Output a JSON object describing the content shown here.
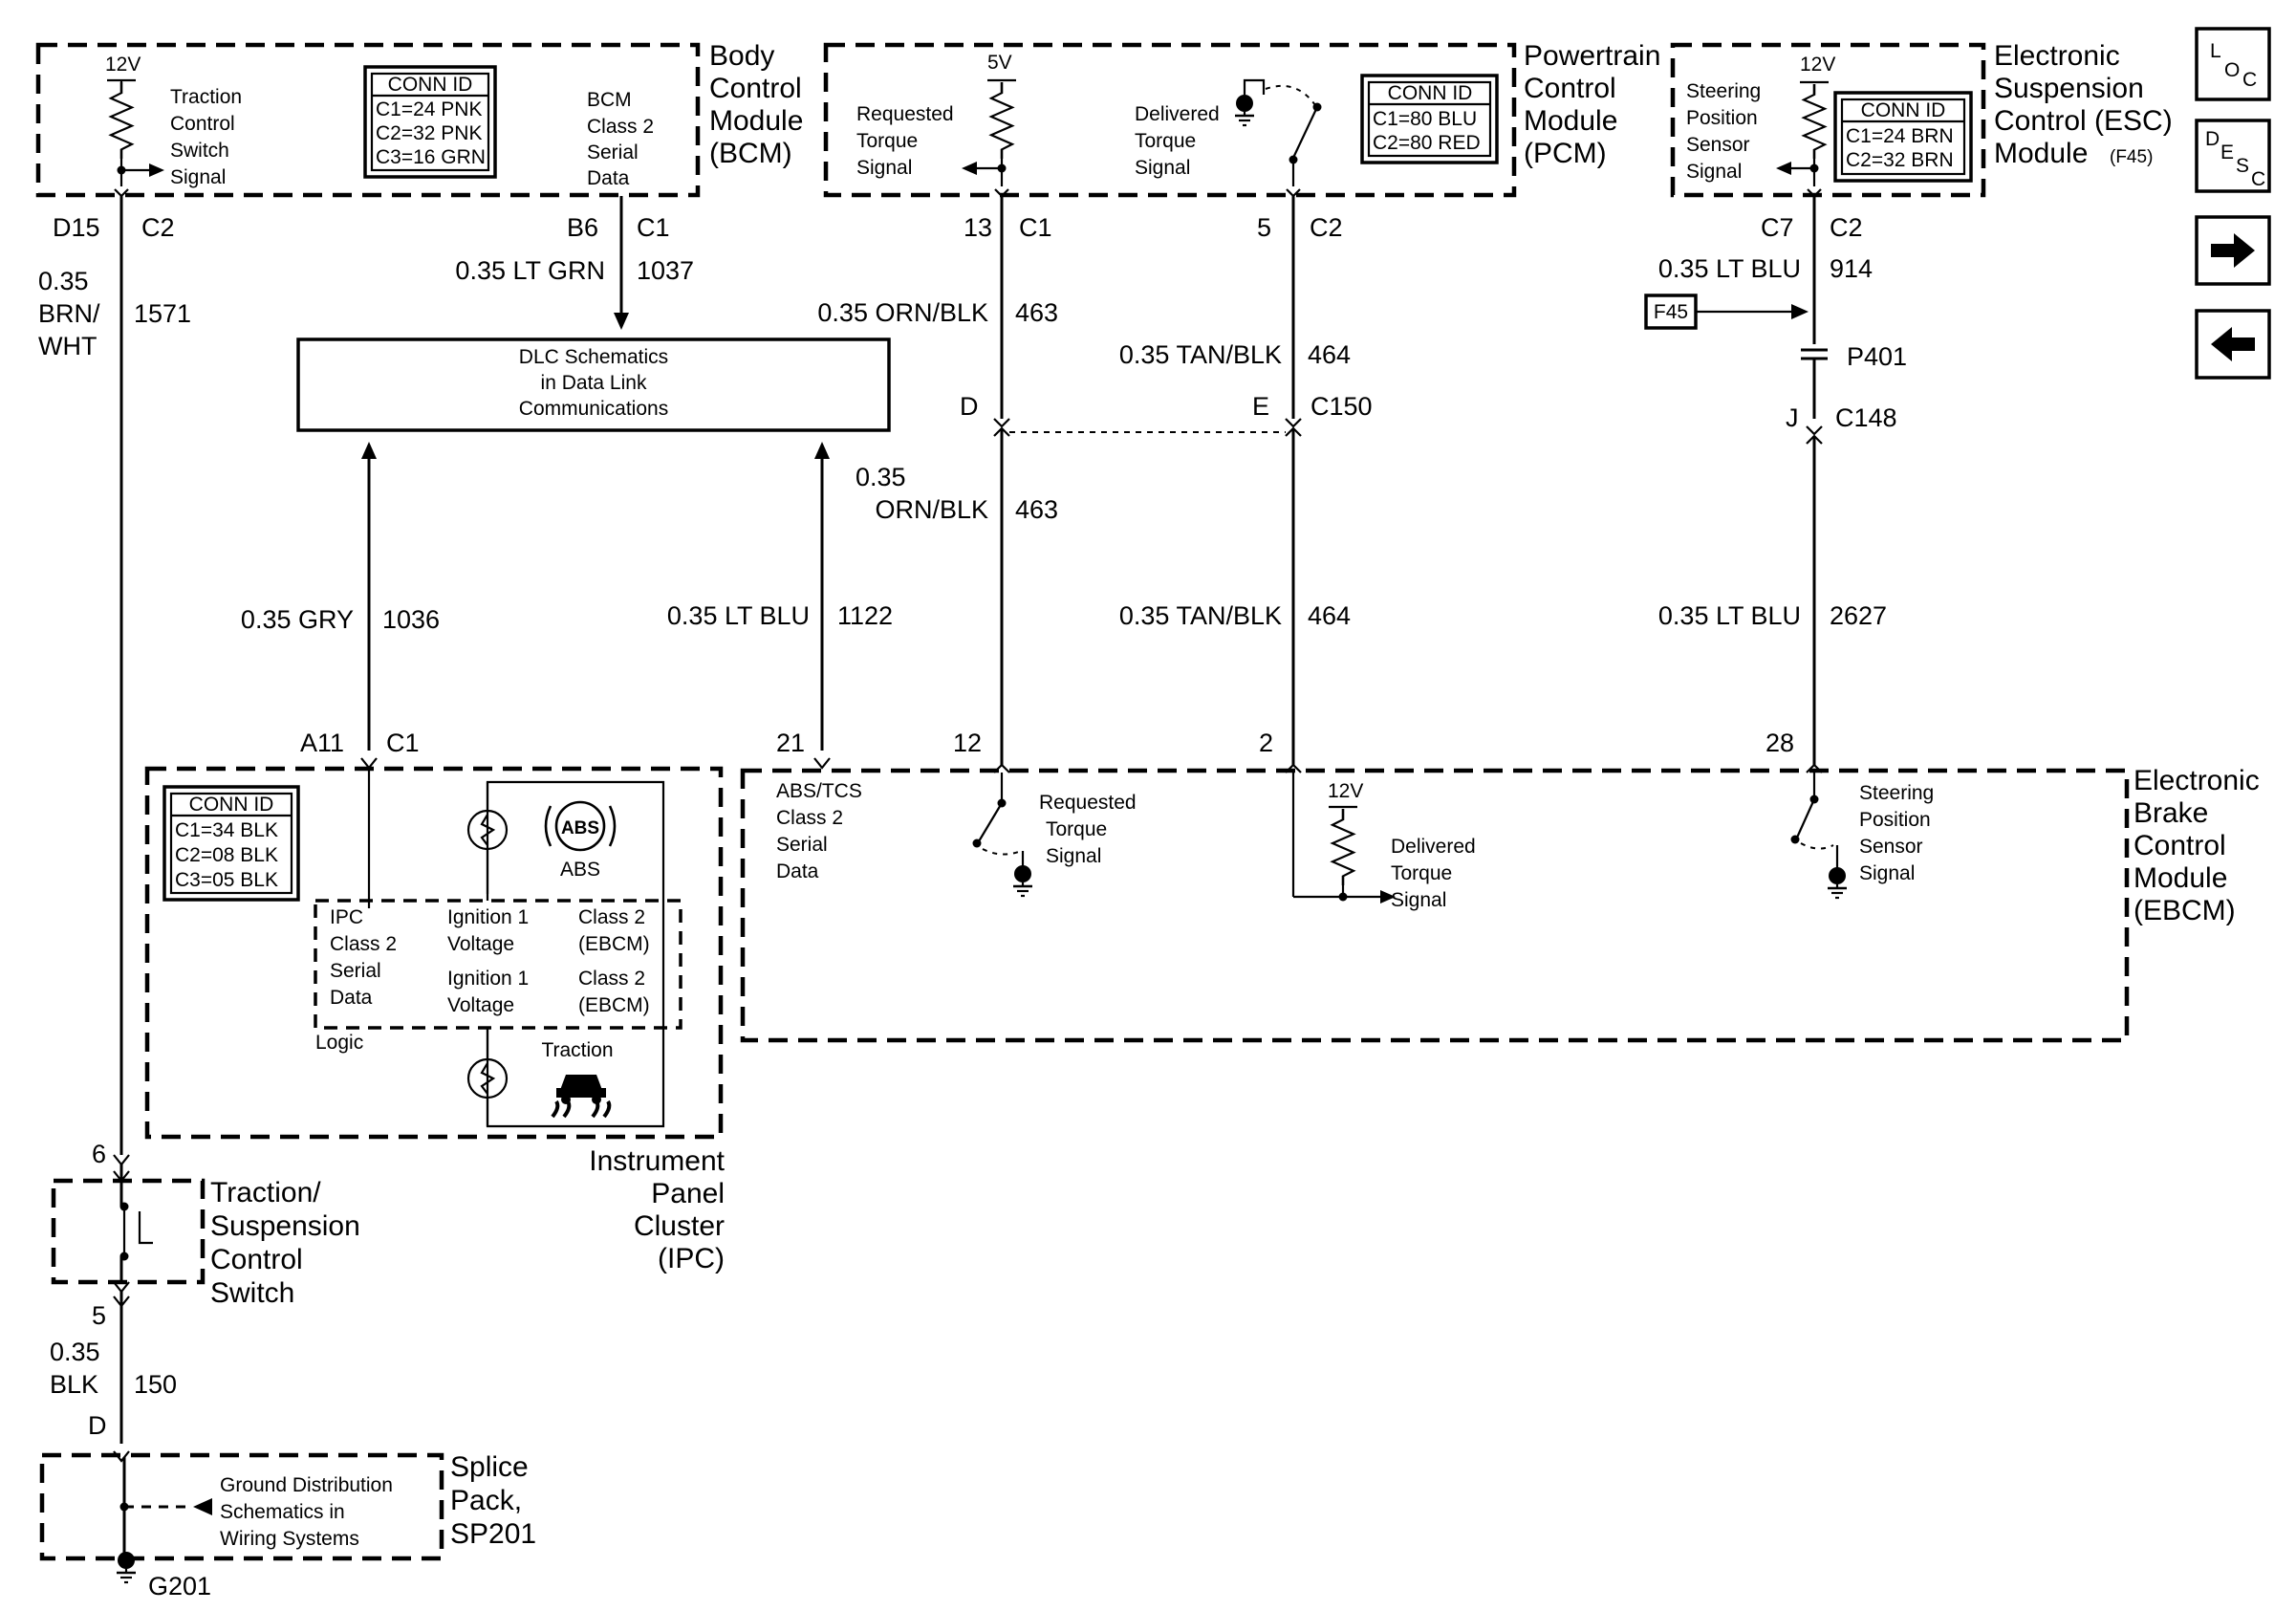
{
  "modules": {
    "bcm": {
      "name": [
        "Body",
        "Control",
        "Module",
        "(BCM)"
      ],
      "conn_id": {
        "title": "CONN ID",
        "lines": [
          "C1=24 PNK",
          "C2=32 PNK",
          "C3=16 GRN"
        ]
      },
      "traction_signal": [
        "Traction",
        "Control",
        "Switch",
        "Signal"
      ],
      "voltage": "12V",
      "serial_data": [
        "BCM",
        "Class 2",
        "Serial",
        "Data"
      ]
    },
    "pcm": {
      "name": [
        "Powertrain",
        "Control",
        "Module",
        "(PCM)"
      ],
      "conn_id": {
        "title": "CONN ID",
        "lines": [
          "C1=80 BLU",
          "C2=80 RED"
        ]
      },
      "voltage": "5V",
      "requested": [
        "Requested",
        "Torque",
        "Signal"
      ],
      "delivered": [
        "Delivered",
        "Torque",
        "Signal"
      ]
    },
    "esc": {
      "name": [
        "Electronic",
        "Suspension",
        "Control (ESC)",
        "Module"
      ],
      "ref": "(F45)",
      "conn_id": {
        "title": "CONN ID",
        "lines": [
          "C1=24 BRN",
          "C2=32 BRN"
        ]
      },
      "voltage": "12V",
      "steering": [
        "Steering",
        "Position",
        "Sensor",
        "Signal"
      ]
    },
    "ipc": {
      "name": [
        "Instrument",
        "Panel",
        "Cluster",
        "(IPC)"
      ],
      "conn_id": {
        "title": "CONN ID",
        "lines": [
          "C1=34 BLK",
          "C2=08 BLK",
          "C3=05 BLK"
        ]
      },
      "abs_badge": "ABS",
      "abs_label": "ABS",
      "traction_label": "Traction",
      "logic_cells": [
        [
          "IPC",
          "Class 2",
          "Serial",
          "Data"
        ],
        [
          "Ignition 1",
          "Voltage"
        ],
        [
          "Class 2",
          "(EBCM)"
        ],
        [
          "Ignition 1",
          "Voltage"
        ],
        [
          "Class 2",
          "(EBCM)"
        ]
      ],
      "logic_label": "Logic"
    },
    "ebcm": {
      "name": [
        "Electronic",
        "Brake",
        "Control",
        "Module",
        "(EBCM)"
      ],
      "serial": [
        "ABS/TCS",
        "Class 2",
        "Serial",
        "Data"
      ],
      "requested": [
        "Requested",
        "Torque",
        "Signal"
      ],
      "voltage": "12V",
      "delivered": [
        "Delivered",
        "Torque",
        "Signal"
      ],
      "steering": [
        "Steering",
        "Position",
        "Sensor",
        "Signal"
      ]
    },
    "switch": {
      "name": [
        "Traction/",
        "Suspension",
        "Control",
        "Switch"
      ]
    },
    "splice": {
      "name": [
        "Splice",
        "Pack,",
        "SP201"
      ],
      "note": [
        "Ground Distribution",
        "Schematics in",
        "Wiring Systems"
      ]
    },
    "dlc": {
      "text": [
        "DLC Schematics",
        "in Data Link",
        "Communications"
      ]
    }
  },
  "pins": {
    "bcm_d15": "D15",
    "bcm_c2": "C2",
    "bcm_b6": "B6",
    "bcm_c1": "C1",
    "pcm_13": "13",
    "pcm_c1": "C1",
    "pcm_5": "5",
    "pcm_c2": "C2",
    "esc_c7": "C7",
    "esc_c2": "C2",
    "ipc_a11": "A11",
    "ipc_c1": "C1",
    "ebcm_21": "21",
    "ebcm_12": "12",
    "ebcm_2": "2",
    "ebcm_28": "28",
    "c150_d": "D",
    "c150_e": "E",
    "c150": "C150",
    "c148_j": "J",
    "c148": "C148",
    "p401": "P401",
    "sw_6": "6",
    "sw_5": "5",
    "sp_d": "D",
    "ground": "G201"
  },
  "wires": {
    "w1571": {
      "gauge": "0.35",
      "color": [
        "BRN/",
        "WHT"
      ],
      "circuit": "1571"
    },
    "w1037": {
      "label": "0.35 LT GRN",
      "circuit": "1037"
    },
    "w463a": {
      "label": "0.35 ORN/BLK",
      "circuit": "463"
    },
    "w463b": {
      "gauge": "0.35",
      "color": "ORN/BLK",
      "circuit": "463"
    },
    "w464a": {
      "label": "0.35 TAN/BLK",
      "circuit": "464"
    },
    "w464b": {
      "label": "0.35 TAN/BLK",
      "circuit": "464"
    },
    "w914": {
      "label": "0.35 LT BLU",
      "circuit": "914"
    },
    "w2627": {
      "label": "0.35 LT BLU",
      "circuit": "2627"
    },
    "w1036": {
      "label": "0.35 GRY",
      "circuit": "1036"
    },
    "w1122": {
      "label": "0.35 LT BLU",
      "circuit": "1122"
    },
    "w150": {
      "gauge": "0.35",
      "color": "BLK",
      "circuit": "150"
    }
  },
  "f45_ref": "F45",
  "nav": {
    "loc": {
      "big": "L",
      "sub": "O",
      "sub2": "C"
    },
    "desc": {
      "big": "D",
      "sub": "E",
      "sub2": "S",
      "sub3": "C"
    }
  }
}
